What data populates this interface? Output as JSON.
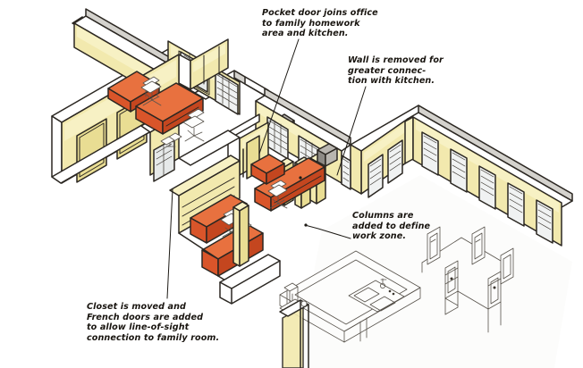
{
  "drawing": {
    "type": "isometric-architectural-cutaway",
    "subject": "Home office / family homework area remodel plan",
    "background": "#ffffff"
  },
  "annotations": [
    {
      "id": "pocket-door",
      "text": "Pocket door joins office\nto family homework\narea and kitchen.",
      "leader_from": [
        334,
        44
      ],
      "leader_to": [
        290,
        172
      ]
    },
    {
      "id": "wall-removed",
      "text": "Wall is removed for\ngreater connec-\ntion with kitchen.",
      "leader_from": [
        409,
        97
      ],
      "leader_to": [
        377,
        196
      ]
    },
    {
      "id": "columns-added",
      "text": "Columns are\nadded to define\nwork zone.",
      "leader_from": [
        392,
        267
      ],
      "leader_to": [
        355,
        255
      ]
    },
    {
      "id": "closet-moved",
      "text": "Closet is moved and\nFrench doors are added\nto allow line-of-sight\nconnection to family room.",
      "leader_from": [
        187,
        334
      ],
      "leader_to": [
        193,
        212
      ]
    }
  ],
  "colors": {
    "wall_yellow_light": "#f7f1c4",
    "wall_yellow": "#f2e9ae",
    "wall_yellow_shade": "#e9dd93",
    "desk_orange_top": "#e8713f",
    "desk_orange_face": "#d9552a",
    "desk_orange_dark": "#c4461f",
    "floor": "#ffffff",
    "floor_shade": "#f6f4f1",
    "outline": "#2b2722",
    "wall_gray": "#b9b6b0",
    "wall_gray_dark": "#8d8a85",
    "glass": "#e3e6e6",
    "text": "#18140f"
  },
  "elements": {
    "rooms": [
      {
        "name": "home-office",
        "features": [
          "two desks",
          "two office chairs",
          "monitor",
          "mullioned window",
          "glass-block window"
        ]
      },
      {
        "name": "family-homework-area",
        "features": [
          "long counter desk",
          "desk return",
          "office chair",
          "columns",
          "glass-block windows"
        ]
      },
      {
        "name": "kitchen",
        "features": [
          "island",
          "double sink",
          "base cabinets"
        ]
      },
      {
        "name": "family-room",
        "features": [
          "window wall",
          "corner windows"
        ]
      }
    ],
    "furniture": [
      {
        "name": "desk-upper-left",
        "kind": "desk"
      },
      {
        "name": "desk-main-office",
        "kind": "desk"
      },
      {
        "name": "counter-homework",
        "kind": "counter"
      },
      {
        "name": "counter-return",
        "kind": "counter"
      },
      {
        "name": "chair-office-1",
        "kind": "task-chair"
      },
      {
        "name": "chair-office-2",
        "kind": "task-chair"
      },
      {
        "name": "chair-homework",
        "kind": "task-chair"
      },
      {
        "name": "chair-lower",
        "kind": "task-chair"
      },
      {
        "name": "kitchen-island",
        "kind": "island"
      },
      {
        "name": "kitchen-sink",
        "kind": "double-sink"
      }
    ],
    "openings": [
      {
        "name": "window-mullioned",
        "count": 1
      },
      {
        "name": "window-glass-block",
        "count": 6
      },
      {
        "name": "window-family-room",
        "count": 7
      },
      {
        "name": "door-closet",
        "count": 2
      },
      {
        "name": "door-french",
        "count": 1
      },
      {
        "name": "pocket-door",
        "count": 1
      }
    ],
    "structure": [
      {
        "name": "column-left",
        "kind": "column"
      },
      {
        "name": "column-center",
        "kind": "column"
      },
      {
        "name": "column-right",
        "kind": "column"
      },
      {
        "name": "column-front",
        "kind": "column"
      },
      {
        "name": "outline-wall-section",
        "kind": "ghosted-existing-wall"
      }
    ]
  }
}
